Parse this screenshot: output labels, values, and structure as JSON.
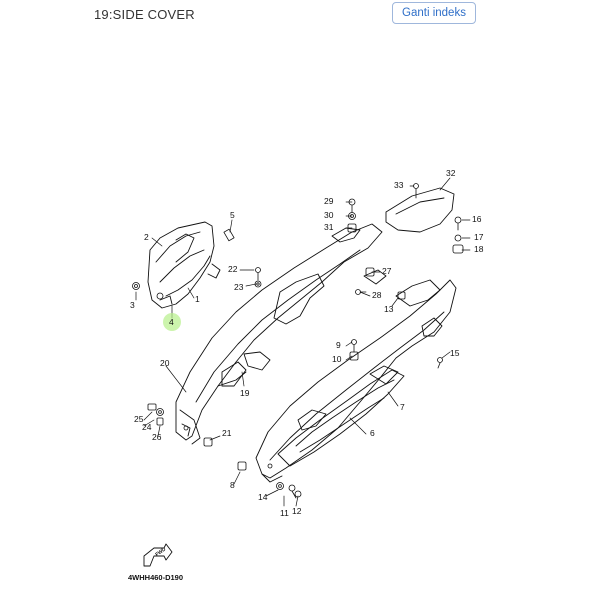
{
  "header": {
    "title": "19:SIDE COVER",
    "index_button_label": "Ganti indeks"
  },
  "diagram": {
    "part_code": "4WHH460-D190",
    "direction_label": "FWD",
    "highlight_color": "#b6f08a",
    "callouts": [
      "1",
      "2",
      "3",
      "4",
      "5",
      "6",
      "7",
      "8",
      "9",
      "10",
      "11",
      "12",
      "13",
      "14",
      "15",
      "16",
      "17",
      "18",
      "19",
      "20",
      "21",
      "22",
      "23",
      "24",
      "25",
      "26",
      "27",
      "28",
      "29",
      "30",
      "31",
      "32",
      "33"
    ],
    "highlighted_callout": "4"
  }
}
